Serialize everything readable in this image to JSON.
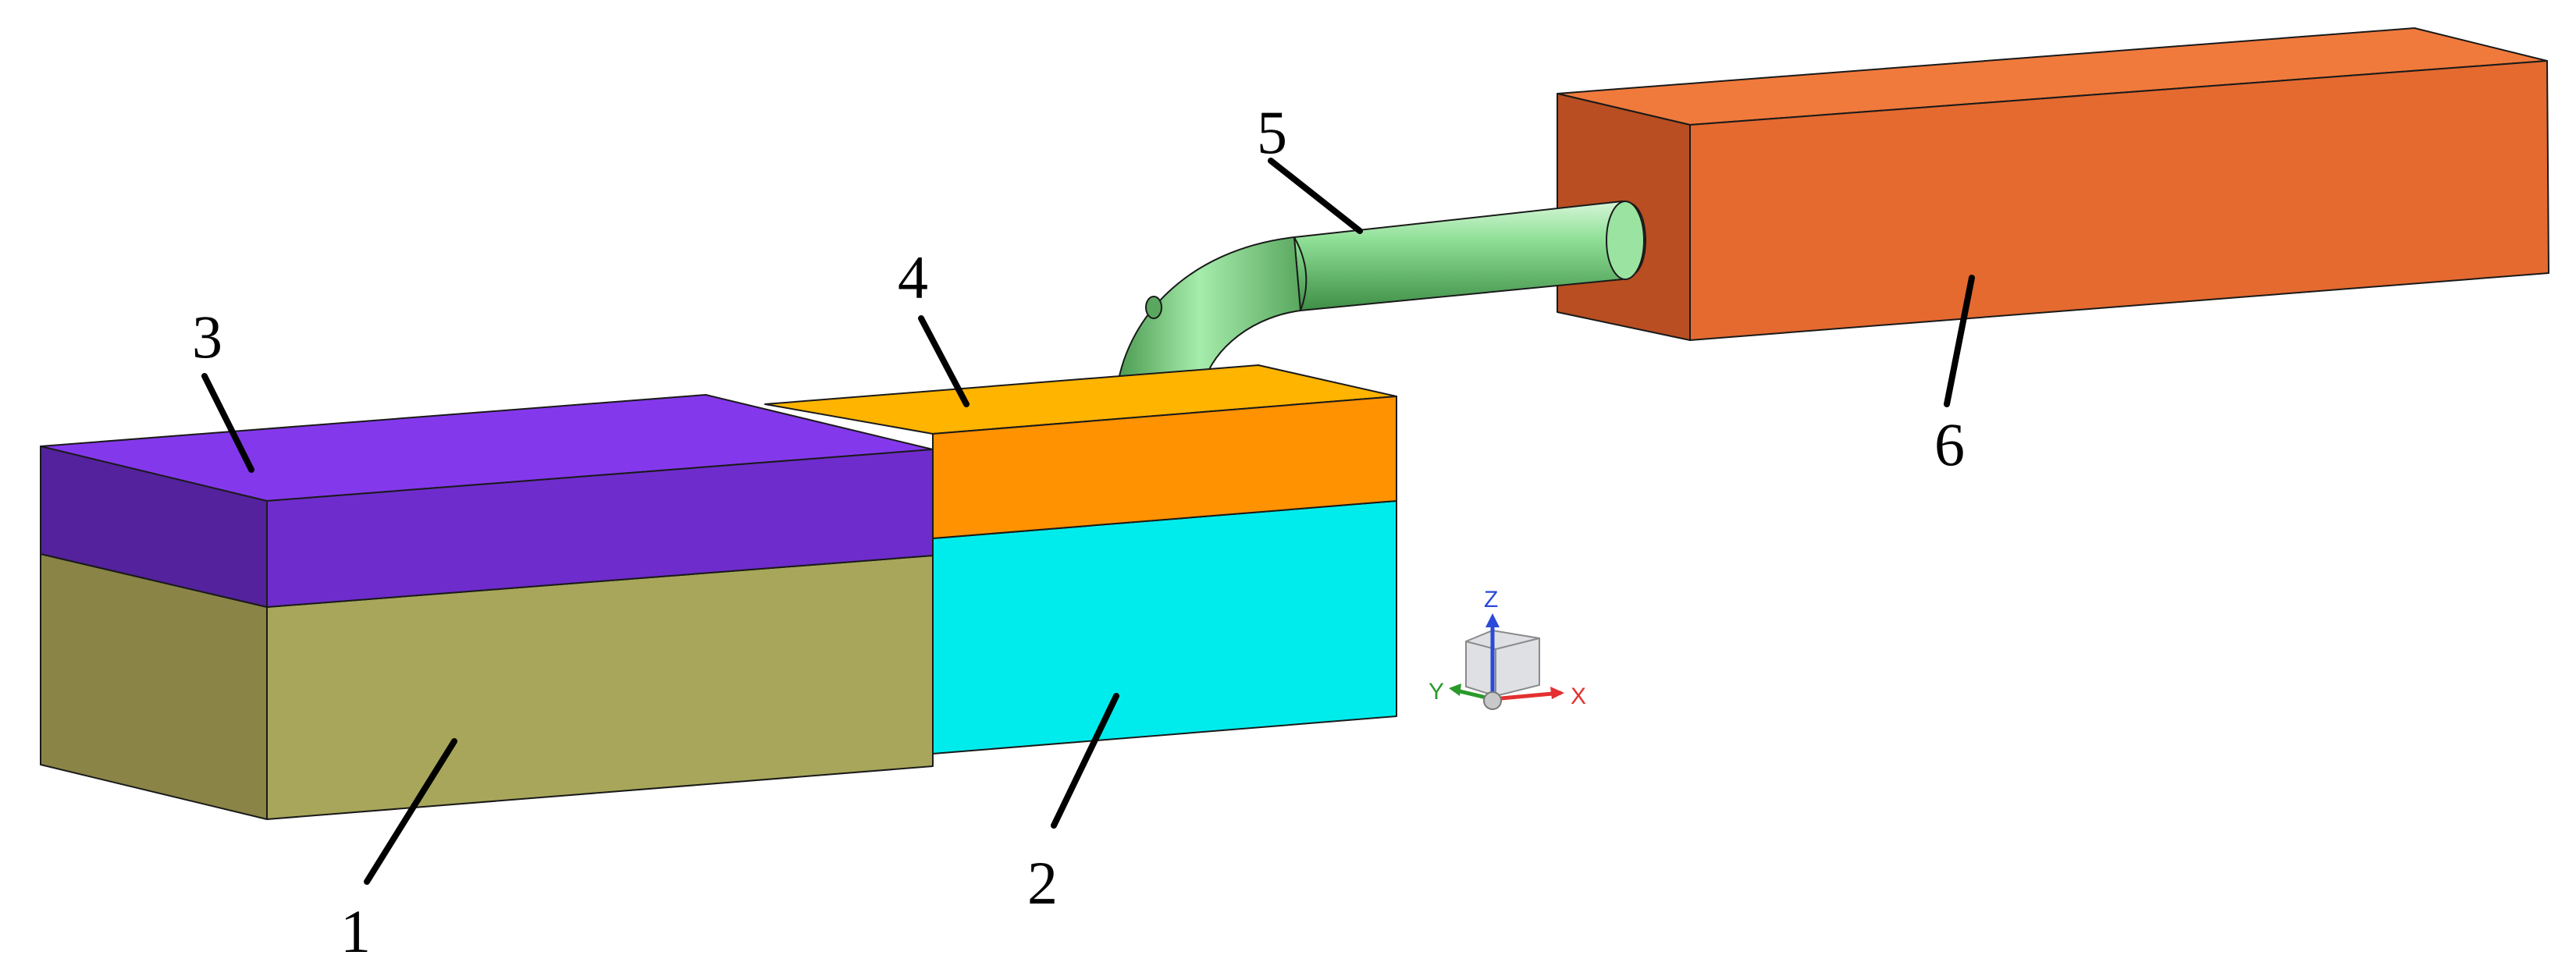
{
  "callouts": {
    "c1": "1",
    "c2": "2",
    "c3": "3",
    "c4": "4",
    "c5": "5",
    "c6": "6"
  },
  "triad": {
    "x": "X",
    "y": "Y",
    "z": "Z"
  },
  "colors": {
    "block1": "#a8a65a",
    "block2": "#00ecec",
    "block3": "#7a34e8",
    "block4": "#ff9200",
    "pipe5": "#84d88c",
    "block6": "#e46a30",
    "axis_x": "#e43030",
    "axis_y": "#2a9a2a",
    "axis_z": "#2a4ad8"
  }
}
